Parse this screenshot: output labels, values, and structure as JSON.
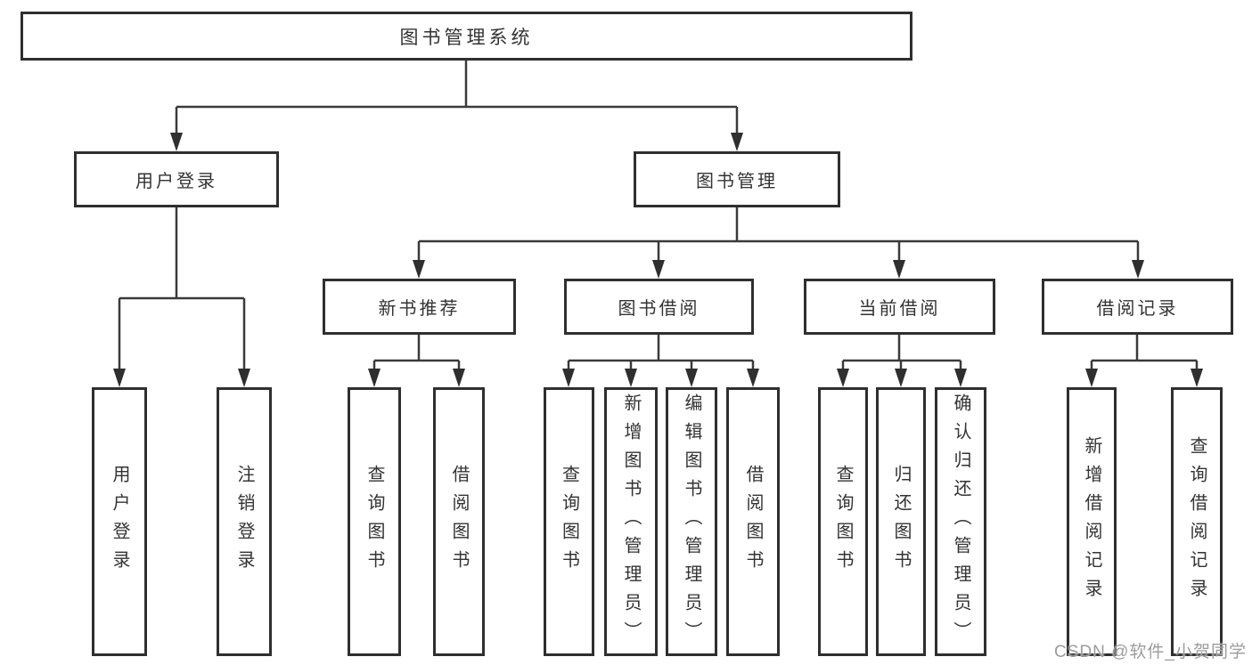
{
  "diagram": {
    "nodes": {
      "root": "图书管理系统",
      "user_login": "用户登录",
      "book_management": "图书管理",
      "new_book": "新书推荐",
      "book_borrow": "图书借阅",
      "current_borrow": "当前借阅",
      "borrow_record": "借阅记录"
    },
    "leaves": {
      "user_login_1": "用户登录",
      "user_login_2": "注销登录",
      "new_book_1": "查询图书",
      "new_book_2": "借阅图书",
      "book_borrow_1": "查询图书",
      "book_borrow_2": "新增图书（管理员）",
      "book_borrow_3": "编辑图书（管理员）",
      "book_borrow_4": "借阅图书",
      "current_borrow_1": "查询图书",
      "current_borrow_2": "归还图书",
      "current_borrow_3": "确认归还（管理员）",
      "borrow_record_1": "新增借阅记录",
      "borrow_record_2": "查询借阅记录"
    },
    "colors": {
      "line": "#3a3a3a",
      "border": "#2f2f2f",
      "text": "#333333",
      "background": "#ffffff",
      "watermark": "#9c9c9c"
    }
  },
  "watermark": "CSDN @软件_小贺同学"
}
